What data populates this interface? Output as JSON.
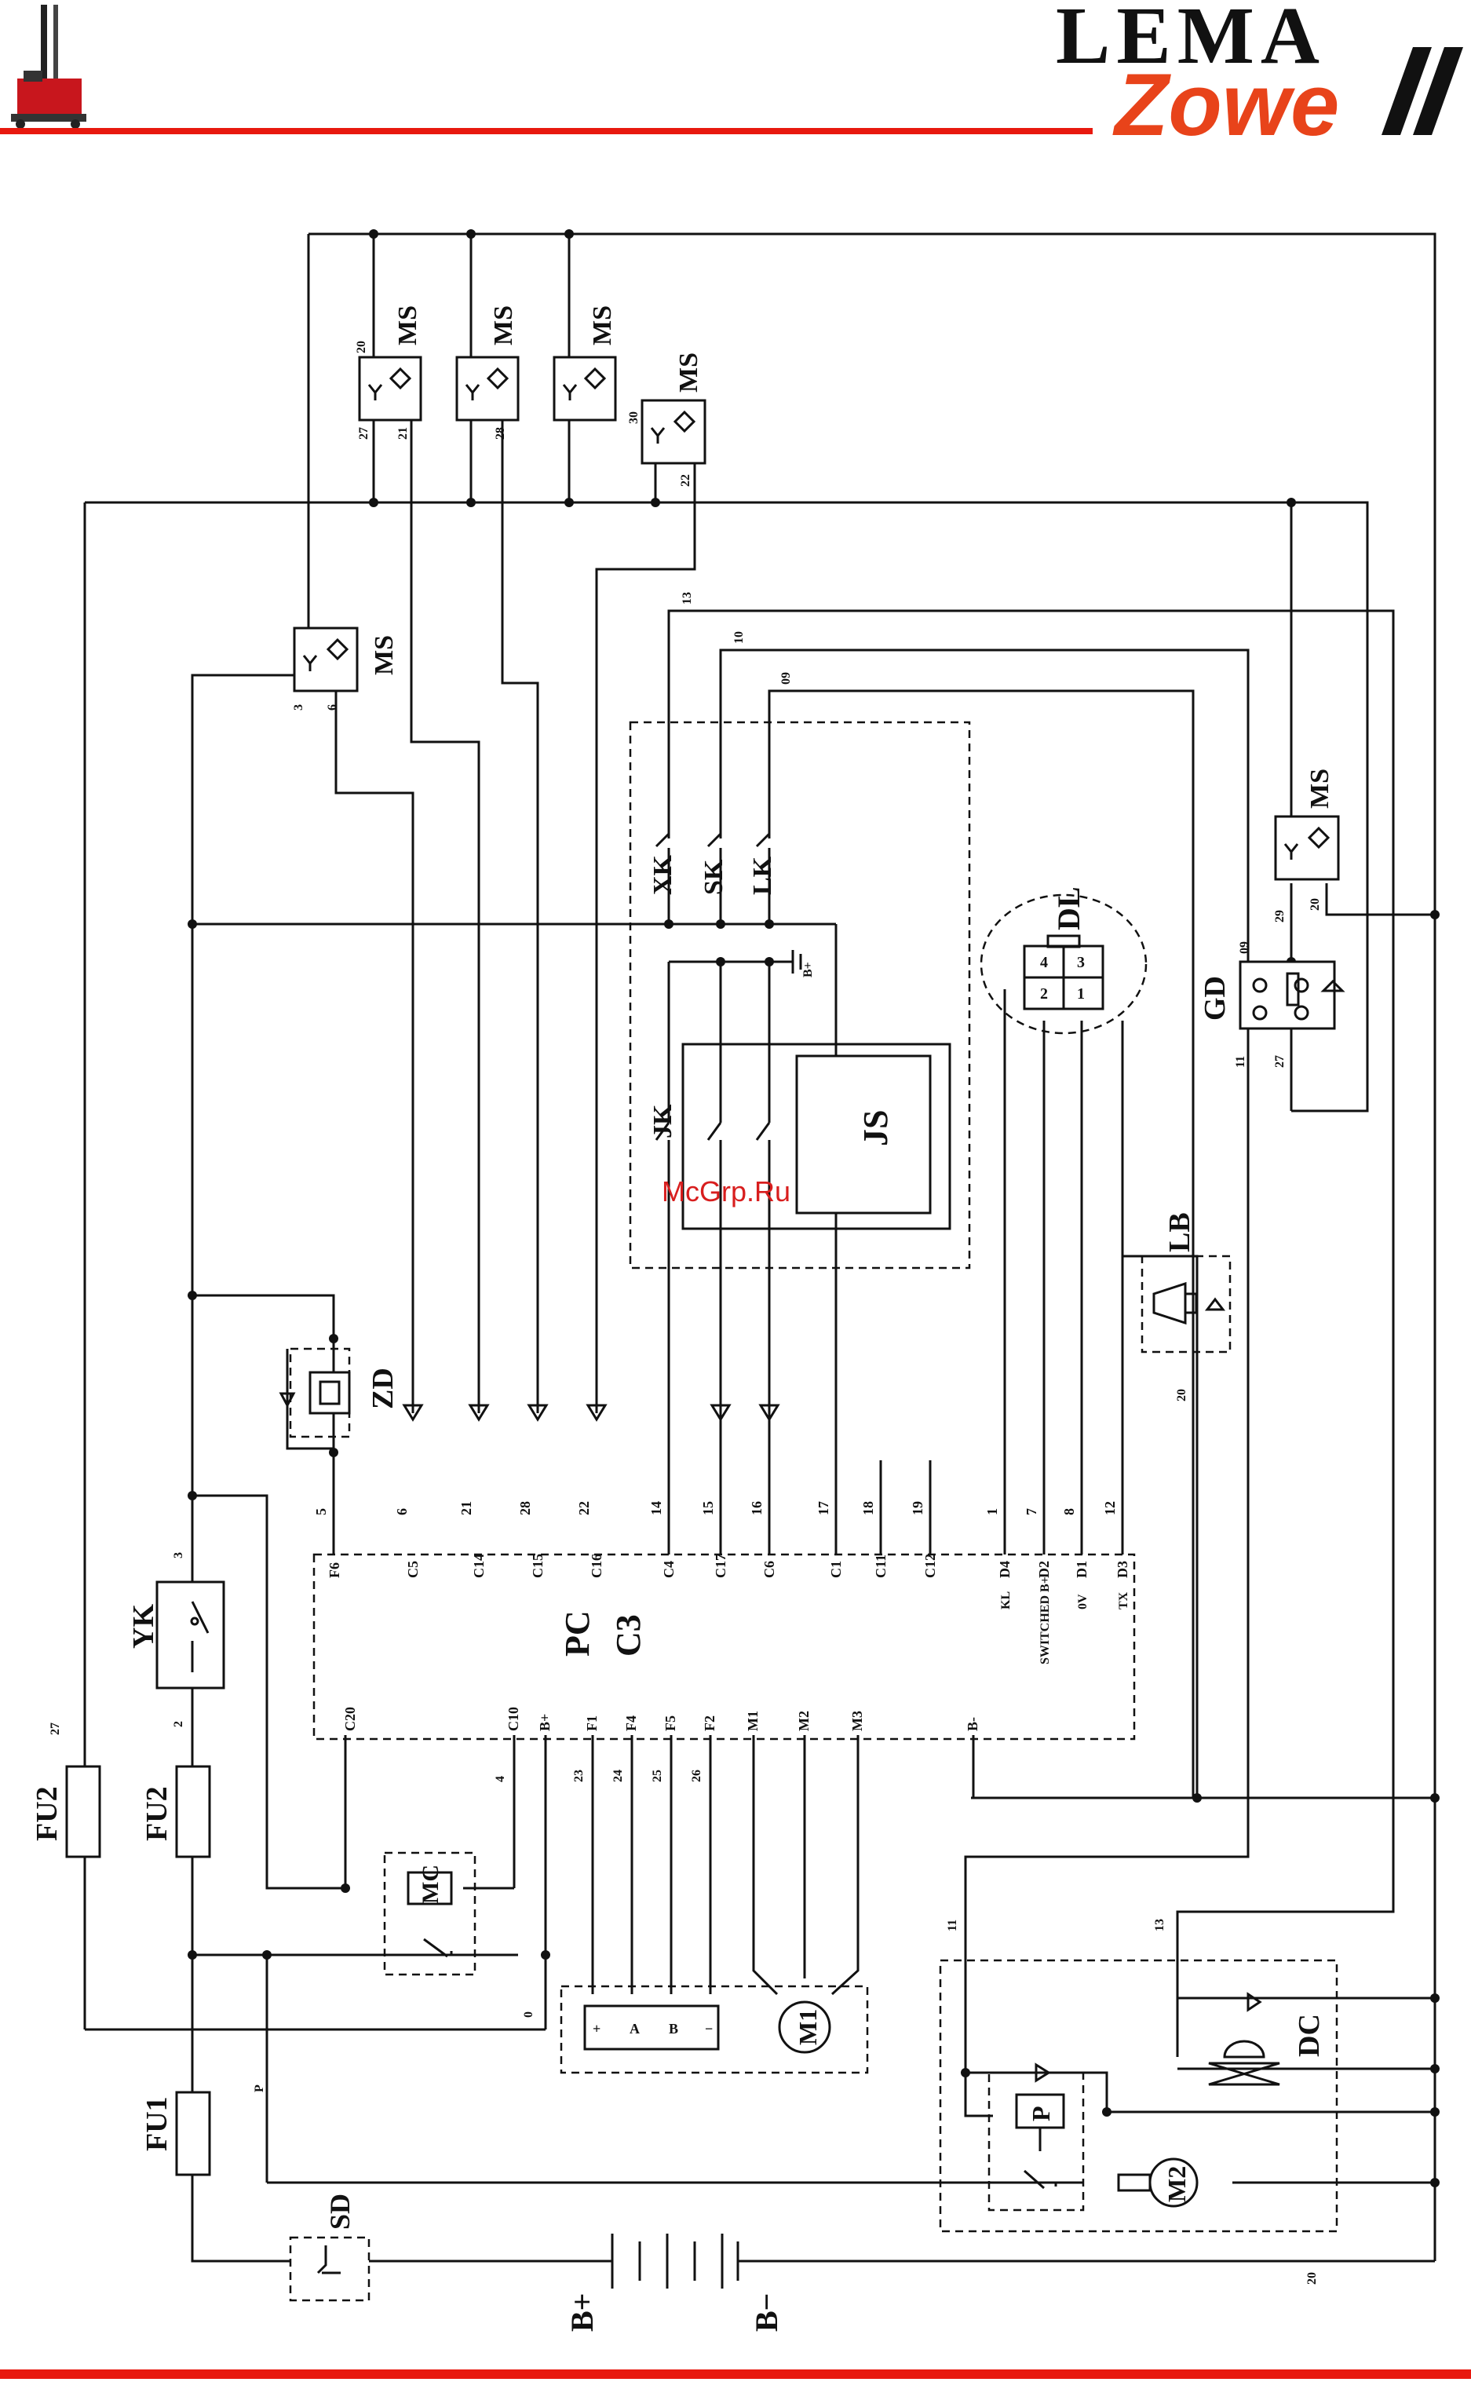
{
  "header": {
    "logo_line1": "LEMA",
    "logo_line2": "Zowe",
    "accent_color": "#e8190f",
    "logo_dark_color": "#111111",
    "logo_orange_color": "#e8431a"
  },
  "watermark": "McGrp.Ru",
  "components": {
    "ms": "MS",
    "js": "JS",
    "dl": "DL",
    "gd": "GD",
    "lb": "LB",
    "zd": "ZD",
    "yk": "YK",
    "mc": "MC",
    "m1": "M1",
    "m2": "M2",
    "dc": "DC",
    "p": "P",
    "sd": "SD",
    "fu1": "FU1",
    "fu2": "FU2",
    "bplus": "B+",
    "bminus": "B−",
    "pc": "PC",
    "c3": "C3",
    "xk": "XK",
    "sk": "SK",
    "lk": "LK",
    "jk": "JK"
  },
  "controller_pins": {
    "top": [
      "F6",
      "C5",
      "C14",
      "C15",
      "C16",
      "C4",
      "C17",
      "C6",
      "C1",
      "C11",
      "C12",
      "D4",
      "D2",
      "D1",
      "D3"
    ],
    "left_small": [
      "KL",
      "SWITCHED B+",
      "0V",
      "TX"
    ],
    "bottom": [
      "C20",
      "C10",
      "B+",
      "F1",
      "F4",
      "F5",
      "F2",
      "M1",
      "M2",
      "M3",
      "B-"
    ]
  },
  "wire_numbers": {
    "top_row": [
      "5",
      "6",
      "21",
      "28",
      "22",
      "14",
      "15",
      "16",
      "17",
      "18",
      "19",
      "1",
      "7",
      "8",
      "12"
    ],
    "ms_pins": [
      "20",
      "27",
      "21",
      "28",
      "30",
      "22",
      "13",
      "10",
      "09",
      "3",
      "6",
      "29",
      "20",
      "27",
      "11",
      "09"
    ],
    "misc": [
      "3",
      "2",
      "27",
      "4",
      "23",
      "24",
      "25",
      "26",
      "0",
      "P",
      "20",
      "11",
      "13",
      "20",
      "B+"
    ]
  },
  "meter_terminals": [
    "+",
    "A",
    "B",
    "−"
  ],
  "dl_pins": [
    "4",
    "3",
    "2",
    "1"
  ]
}
